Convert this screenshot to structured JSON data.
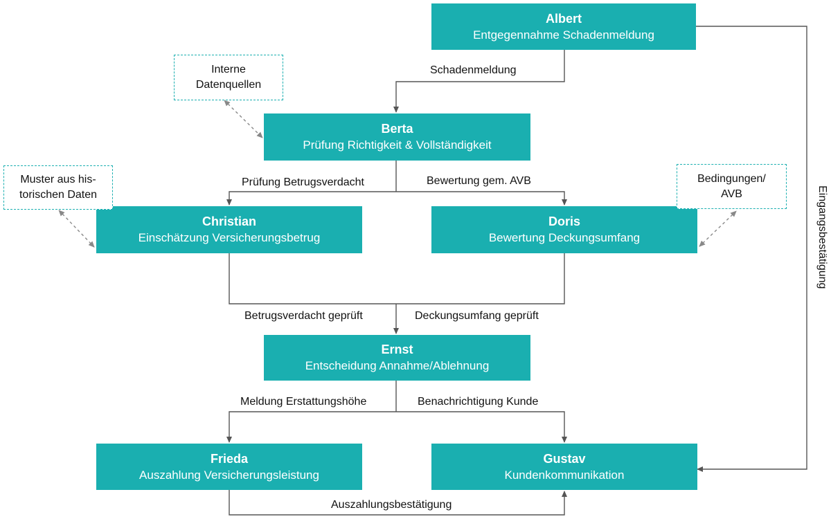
{
  "nodes": {
    "albert": {
      "name": "Albert",
      "role": "Entgegennahme Schadenmeldung"
    },
    "berta": {
      "name": "Berta",
      "role": "Prüfung Richtigkeit & Vollständigkeit"
    },
    "christian": {
      "name": "Christian",
      "role": "Einschätzung Versicherungsbetrug"
    },
    "doris": {
      "name": "Doris",
      "role": "Bewertung Deckungsumfang"
    },
    "ernst": {
      "name": "Ernst",
      "role": "Entscheidung Annahme/Ablehnung"
    },
    "frieda": {
      "name": "Frieda",
      "role": "Auszahlung Versicherungsleistung"
    },
    "gustav": {
      "name": "Gustav",
      "role": "Kundenkommunikation"
    }
  },
  "sources": {
    "interne": {
      "line1": "Interne",
      "line2": "Datenquellen"
    },
    "muster": {
      "line1": "Muster aus his-",
      "line2": "torischen Daten"
    },
    "bedingungen": {
      "line1": "Bedingungen/",
      "line2": "AVB"
    }
  },
  "edges": {
    "schadenmeldung": "Schadenmeldung",
    "pruefung_betrug": "Prüfung Betrugsverdacht",
    "bewertung_avb": "Bewertung gem. AVB",
    "betrug_geprueft": "Betrugsverdacht geprüft",
    "deckung_geprueft": "Deckungsumfang geprüft",
    "meldung_erstattung": "Meldung Erstattungshöhe",
    "benachrichtigung": "Benachrichtigung Kunde",
    "auszahlungsbestaetigung": "Auszahlungsbestätigung",
    "eingangsbestaetigung": "Eingangsbestätigung"
  },
  "colors": {
    "box": "#1aafb0",
    "line": "#555555",
    "dashed_border": "#1aafb0"
  }
}
